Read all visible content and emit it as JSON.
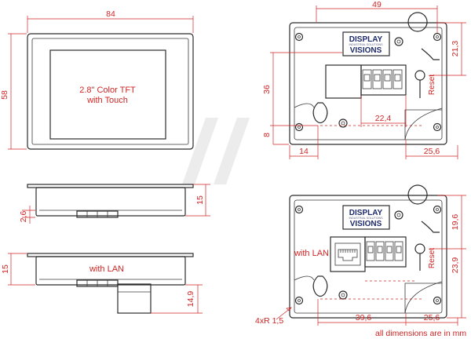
{
  "display": {
    "line1": "2.8\" Color TFT",
    "line2": "with Touch"
  },
  "logo": {
    "line1": "DISPLAY",
    "line2": "INDUSTRIAL SOLUTIONS",
    "line3": "VISIONS"
  },
  "labels": {
    "reset": "Reset",
    "with_lan": "with LAN",
    "radius": "4xR 1,5",
    "footnote": "all dimensions are in mm"
  },
  "dimensions": {
    "front_width": "84",
    "front_height": "58",
    "side_depth": "15",
    "side_offset": "2,6",
    "lan_depth": "15",
    "lan_rj45": "14,9",
    "rear_width": "49",
    "rear_36": "36",
    "rear_8": "8",
    "rear_22_4": "22,4",
    "rear_14": "14",
    "rear_25_6": "25,6",
    "rear_21_3": "21,3",
    "lan_19_6": "19,6",
    "lan_23_9": "23,9",
    "lan_39_6": "39,6",
    "lan_25_6": "25,6"
  },
  "colors": {
    "dimension": "#d02424",
    "outline": "#2b2b2b",
    "logo": "#1d2a6b"
  }
}
